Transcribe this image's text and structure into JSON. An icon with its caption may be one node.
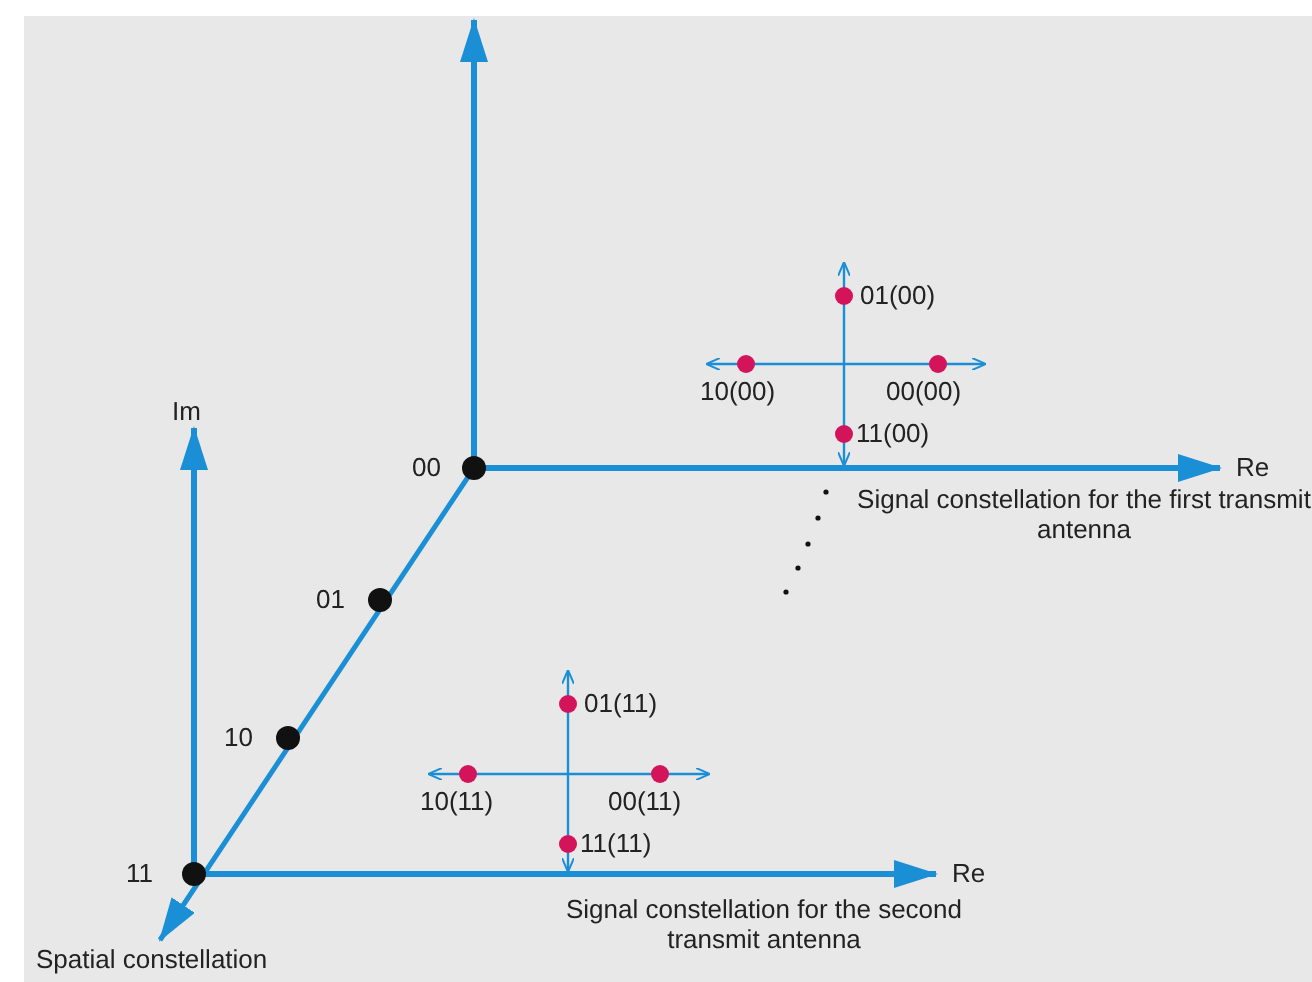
{
  "diagram": {
    "labels": [
      "01(00)",
      "10(00)",
      "00(00)",
      "Im",
      "11(00)",
      "00",
      "Re",
      "Signal constellation for the first transmit antenna",
      "01",
      "01(11)",
      "10",
      "10(11)",
      "00(11)",
      "11(11)",
      "11",
      "Re",
      "Signal constellation for the second transmit antenna",
      "Spatial constellation"
    ]
  }
}
